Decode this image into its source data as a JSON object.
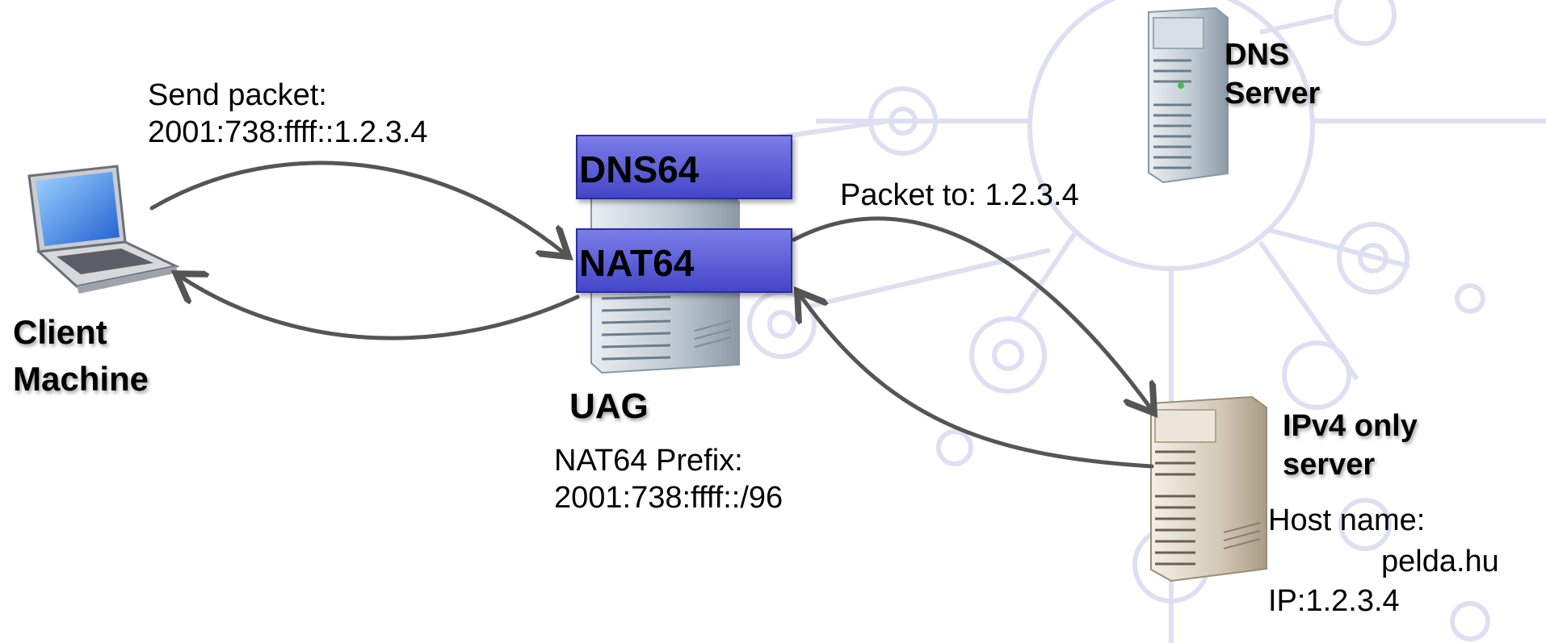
{
  "labels": {
    "send_packet_line1": "Send packet:",
    "send_packet_line2": "2001:738:ffff::1.2.3.4",
    "dns64": "DNS64",
    "nat64": "NAT64",
    "packet_to": "Packet to: 1.2.3.4",
    "dns_server_line1": "DNS",
    "dns_server_line2": "Server",
    "client_line1": "Client",
    "client_line2": "Machine",
    "uag": "UAG",
    "nat64_prefix_line1": "NAT64 Prefix:",
    "nat64_prefix_line2": "2001:738:ffff::/96",
    "ipv4_line1": "IPv4 only",
    "ipv4_line2": "server",
    "host_name_label": "Host name:",
    "host_name_value": "pelda.hu",
    "ip_value": "IP:1.2.3.4"
  },
  "colors": {
    "box_fill": "#5f61dc",
    "arrow": "#555555",
    "background_network": "#dcdcf2"
  },
  "icons": [
    "laptop-icon",
    "uag-server-icon",
    "dns-server-icon",
    "ipv4-server-icon"
  ]
}
